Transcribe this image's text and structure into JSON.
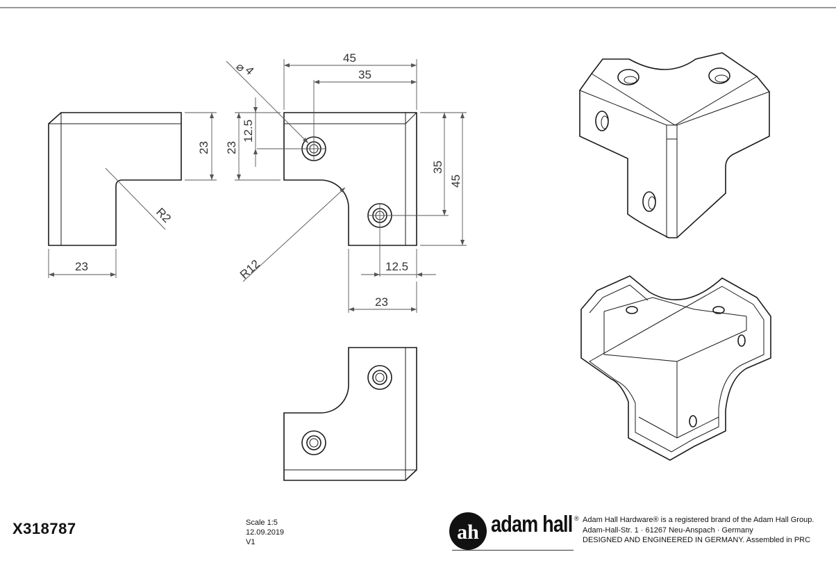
{
  "part_number": "X318787",
  "meta": {
    "scale": "Scale 1:5",
    "date": "12.09.2019",
    "version": "V1"
  },
  "brand": {
    "logo_monogram": "ah",
    "logo_word": "adam hall",
    "logo_reg": "®",
    "line1": "Adam Hall Hardware® is a registered brand of the Adam Hall Group.",
    "line2": "Adam-Hall-Str. 1 · 61267 Neu-Anspach · Germany",
    "line3": "DESIGNED AND ENGINEERED IN GERMANY. Assembled in PRC"
  },
  "dimensions": {
    "side_width_bottom": "23",
    "side_height_right": "23",
    "side_radius": "R2",
    "front_height_left": "23",
    "front_hole_offset_y": "12.5",
    "front_hole_diameter": "4",
    "front_width_overall": "45",
    "front_hole_spacing_x": "35",
    "front_hole_spacing_y": "35",
    "front_height_overall": "45",
    "front_radius": "R12",
    "front_hole_offset_x": "12.5",
    "front_width_bottom": "23",
    "diameter_symbol": "⌀"
  }
}
